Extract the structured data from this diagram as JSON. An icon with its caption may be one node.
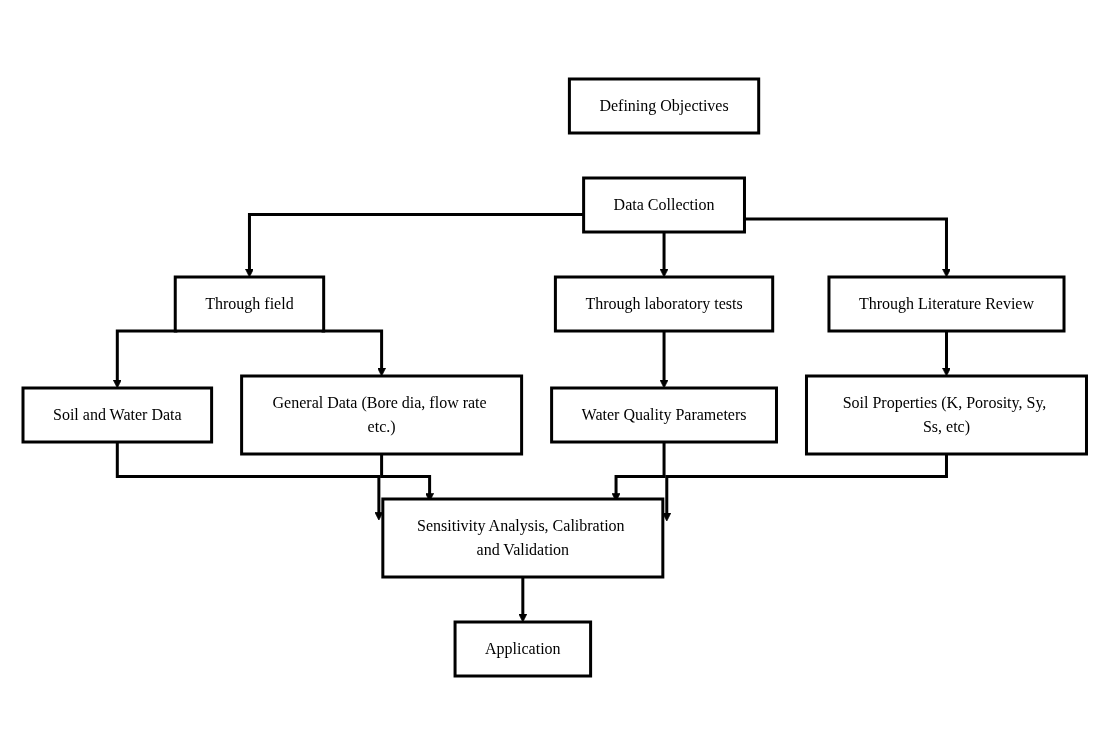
{
  "diagram": {
    "nodes": [
      {
        "text": [
          "Defining Objectives"
        ]
      },
      {
        "text": [
          "Data Collection"
        ]
      },
      {
        "text": [
          "Through field"
        ]
      },
      {
        "text": [
          "Through laboratory tests"
        ]
      },
      {
        "text": [
          "Through Literature Review"
        ]
      },
      {
        "text": [
          "Soil and Water Data"
        ]
      },
      {
        "text": [
          "General Data (Bore dia, flow rate etc.)"
        ]
      },
      {
        "text": [
          "Water Quality Parameters"
        ]
      },
      {
        "text": [
          "Soil Properties (K, Porosity, Sy, Ss, etc)"
        ]
      },
      {
        "text": [
          "Sensitivity Analysis, Calibration and Validation"
        ]
      },
      {
        "text": [
          "Application"
        ]
      }
    ],
    "edges": [
      {
        "from": 1,
        "to": 2,
        "arrow": "to"
      },
      {
        "from": 1,
        "to": 3,
        "arrow": "to"
      },
      {
        "from": 1,
        "to": 4,
        "arrow": "to"
      },
      {
        "from": 2,
        "to": 5,
        "arrow": "to"
      },
      {
        "from": 2,
        "to": 6,
        "arrow": "to"
      },
      {
        "from": 3,
        "to": 7,
        "arrow": "to"
      },
      {
        "from": 4,
        "to": 8,
        "arrow": "to"
      },
      {
        "from": 5,
        "to": 9,
        "arrow": "to"
      },
      {
        "from": 6,
        "to": 9,
        "arrow": "to"
      },
      {
        "from": 7,
        "to": 9,
        "arrow": "to"
      },
      {
        "from": 8,
        "to": 9,
        "arrow": "to"
      },
      {
        "from": 9,
        "to": 10,
        "arrow": "to"
      }
    ]
  }
}
